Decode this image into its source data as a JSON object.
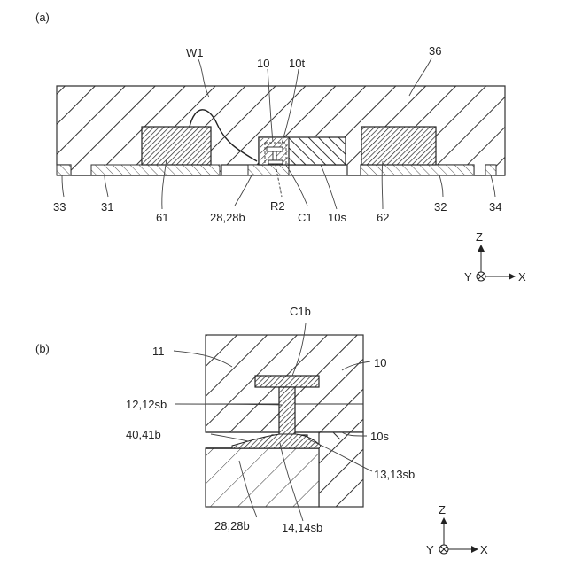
{
  "panel_a": {
    "tag": "(a)",
    "labels": {
      "w1": "W1",
      "n10": "10",
      "n10t": "10t",
      "n36": "36",
      "n33": "33",
      "n31": "31",
      "n61": "61",
      "n28": "28,28b",
      "r2": "R2",
      "c1": "C1",
      "n10s": "10s",
      "n62": "62",
      "n32": "32",
      "n34": "34"
    },
    "axes": {
      "z": "Z",
      "y": "Y",
      "x": "X"
    }
  },
  "panel_b": {
    "tag": "(b)",
    "labels": {
      "c1b": "C1b",
      "n11": "11",
      "n10": "10",
      "n12": "12,12sb",
      "n40": "40,41b",
      "n10s": "10s",
      "n13": "13,13sb",
      "n28": "28,28b",
      "n14": "14,14sb"
    },
    "axes": {
      "z": "Z",
      "y": "Y",
      "x": "X"
    }
  }
}
